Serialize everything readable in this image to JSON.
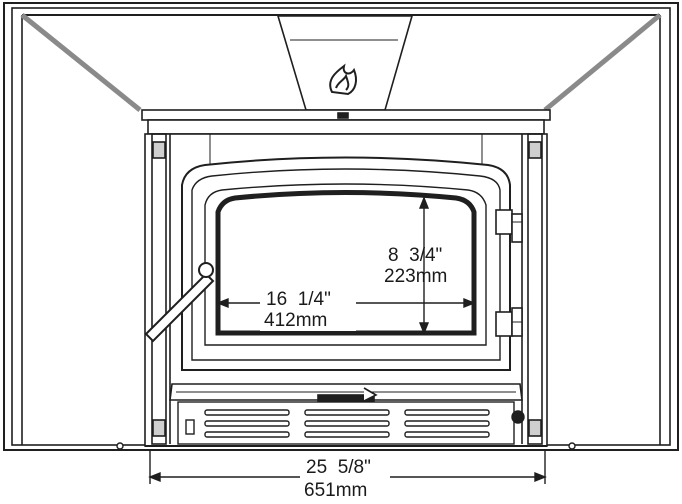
{
  "diagram": {
    "dimensions": {
      "overall_width": {
        "imperial": "25  5/8\"",
        "metric": "651mm"
      },
      "glass_width": {
        "imperial": "16  1/4\"",
        "metric": "412mm"
      },
      "glass_height": {
        "imperial": "8  3/4\"",
        "metric": "223mm"
      }
    },
    "logo_icon": "flame-logo-icon",
    "colors": {
      "line": "#1f1f1f",
      "fill": "#ffffff",
      "shade": "#d9d9d9"
    }
  }
}
